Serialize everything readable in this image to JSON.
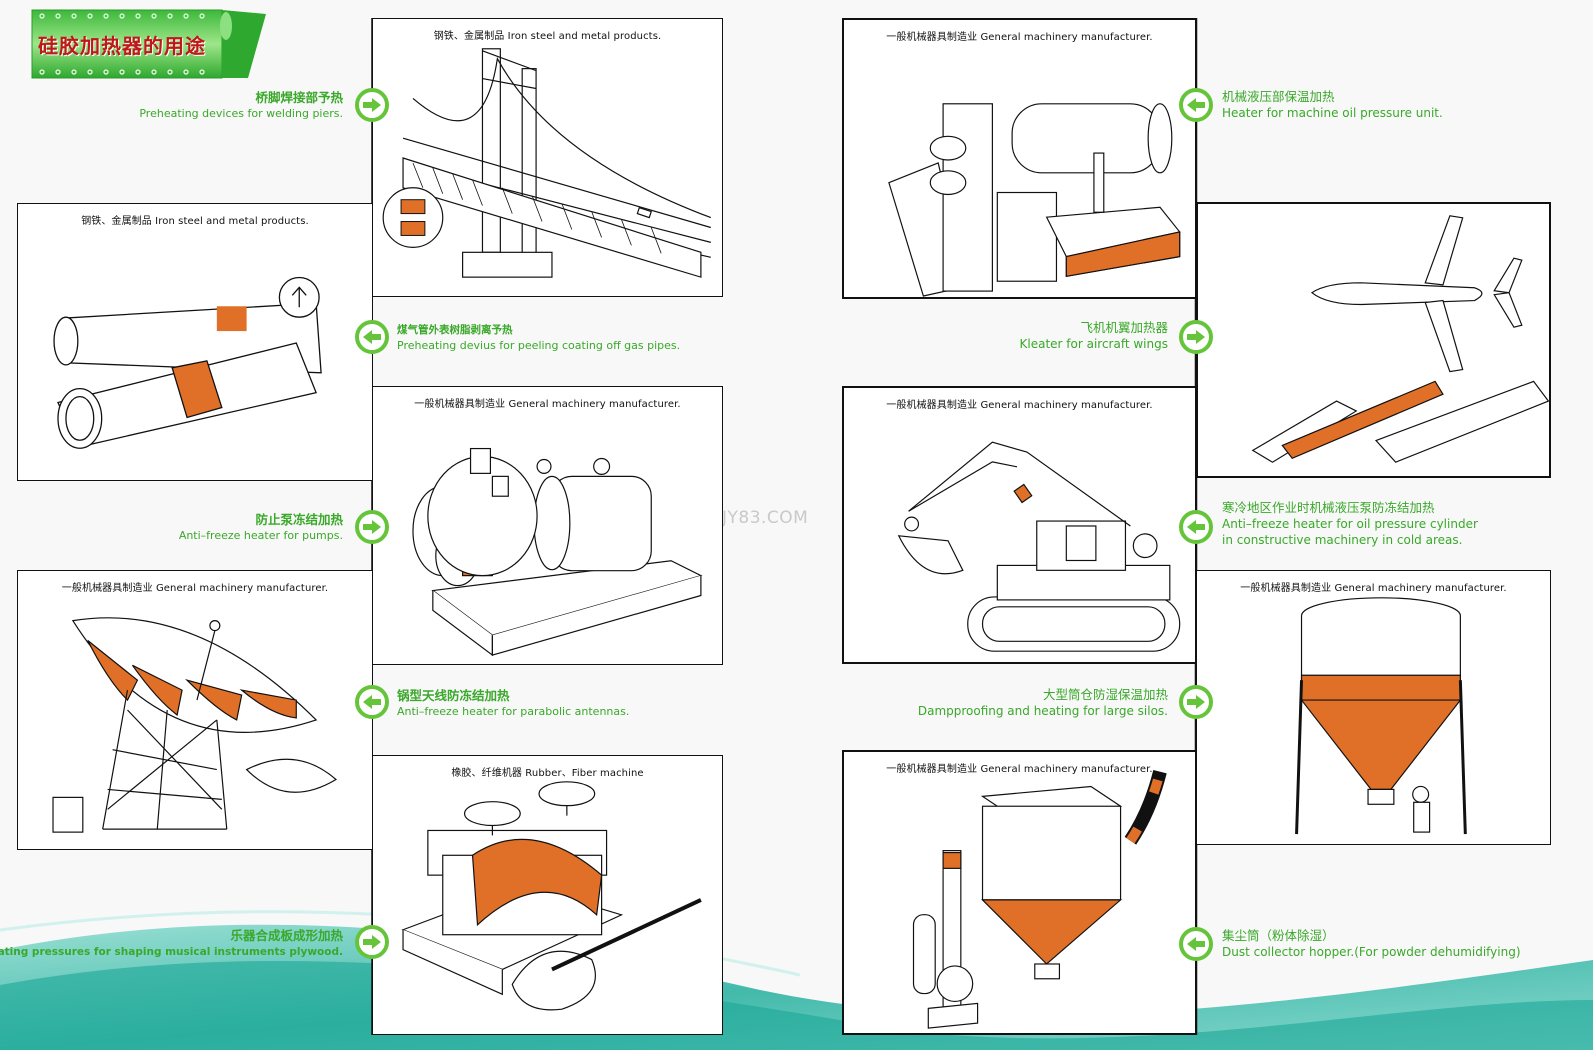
{
  "header": {
    "title": "硅胶加热器的用途"
  },
  "watermark": "JY83.COM",
  "colors": {
    "label_green": "#3aa82a",
    "button_green": "#66c43a",
    "heater_orange": "#e07028",
    "banner_green": "#4cc040",
    "title_red": "#c01818",
    "wave_teal": "#3fb8a8"
  },
  "panels": [
    {
      "id": "bridge",
      "caption": "钢铁、金属制品 Iron steel and metal products.",
      "illustration": "suspension-bridge"
    },
    {
      "id": "gas-pipes",
      "caption": "钢铁、金属制品 Iron steel and metal products.",
      "illustration": "gas-pipes"
    },
    {
      "id": "pump",
      "caption": "一般机械器具制造业 General machinery manufacturer.",
      "illustration": "pump-motor"
    },
    {
      "id": "antenna",
      "caption": "一般机械器具制造业 General machinery manufacturer.",
      "illustration": "parabolic-antenna"
    },
    {
      "id": "press",
      "caption": "橡胶、纤维机器 Rubber、Fiber machine",
      "illustration": "plywood-press-guitar"
    },
    {
      "id": "oil-unit",
      "caption": "一般机械器具制造业 General machinery manufacturer.",
      "illustration": "oil-pressure-unit"
    },
    {
      "id": "aircraft",
      "caption": "",
      "illustration": "aircraft-wings"
    },
    {
      "id": "excavator",
      "caption": "一般机械器具制造业 General machinery manufacturer.",
      "illustration": "excavator"
    },
    {
      "id": "silo",
      "caption": "一般机械器具制造业 General machinery manufacturer.",
      "illustration": "silo"
    },
    {
      "id": "dust",
      "caption": "一般机械器具制造业 General machinery manufacturer.",
      "illustration": "dust-collector"
    }
  ],
  "labels": [
    {
      "zh": "桥脚焊接部予热",
      "en": "Preheating devices for welding piers.",
      "direction": "right"
    },
    {
      "zh": "煤气管外表树脂剥离予热",
      "en": "Preheating devius for peeling coating off gas pipes.",
      "direction": "left"
    },
    {
      "zh": "防止泵冻结加热",
      "en": "Anti–freeze heater for pumps.",
      "direction": "right"
    },
    {
      "zh": "锅型天线防冻结加热",
      "en": "Anti–freeze heater for parabolic antennas.",
      "direction": "left"
    },
    {
      "zh": "乐器合成板成形加热",
      "en": "Heating pressures for shaping musical instruments plywood.",
      "direction": "right"
    },
    {
      "zh": "机械液压部保温加热",
      "en": "Heater for machine oil pressure unit.",
      "direction": "left"
    },
    {
      "zh": "飞机机翼加热器",
      "en": "Kleater for aircraft wings",
      "direction": "right"
    },
    {
      "zh": "寒冷地区作业时机械液压泵防冻结加热",
      "en": "Anti–freeze heater for oil pressure cylinder",
      "en2": "in constructive machinery in cold areas.",
      "direction": "left"
    },
    {
      "zh": "大型筒仓防湿保温加热",
      "en": "Dampproofing and heating for large silos.",
      "direction": "right"
    },
    {
      "zh": "集尘筒（粉体除湿）",
      "en": "Dust collector hopper.(For powder dehumidifying)",
      "direction": "left"
    }
  ],
  "icons": {
    "arrow_right": "arrow-right-icon",
    "arrow_left": "arrow-left-icon"
  }
}
